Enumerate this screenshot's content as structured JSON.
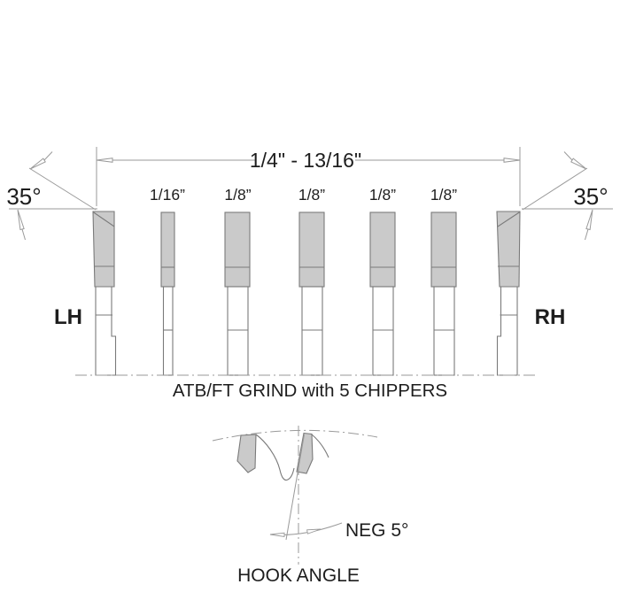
{
  "diagram_title": "ATB/FT GRIND with 5 CHIPPERS",
  "dimension": {
    "overall_width": "1/4\" - 13/16\""
  },
  "angles": {
    "left_bevel": "35°",
    "right_bevel": "35°",
    "hook_value": "NEG 5°"
  },
  "teeth": {
    "outer_left_label": "LH",
    "outer_right_label": "RH",
    "chippers": [
      {
        "width": "1/16”"
      },
      {
        "width": "1/8”"
      },
      {
        "width": "1/8”"
      },
      {
        "width": "1/8”"
      },
      {
        "width": "1/8”"
      }
    ]
  },
  "captions": {
    "grind": "ATB/FT GRIND with 5 CHIPPERS",
    "hook": "HOOK ANGLE"
  },
  "colors": {
    "tooth_fill": "#cacaca",
    "outline": "#7a7a7a",
    "dim_line": "#9a9a9a",
    "text": "#1d1d1d",
    "background": "#ffffff"
  }
}
